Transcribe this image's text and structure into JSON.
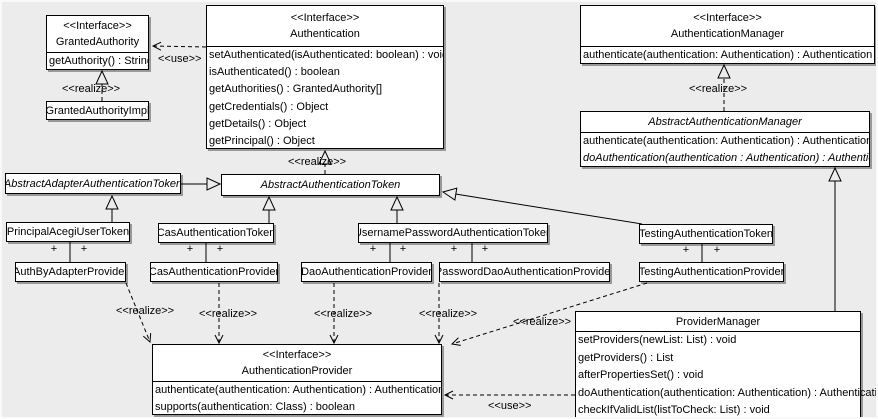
{
  "diagram": {
    "stereotype_interface": "<<Interface>>",
    "label_use": "<<use>>",
    "label_realize": "<<realize>>",
    "plus": "+",
    "colors": {
      "background": "#ececec",
      "box_fill": "#ffffff",
      "line": "#000000",
      "shadow": "#999999"
    }
  },
  "classes": {
    "granted_authority": {
      "name": "GrantedAuthority",
      "methods": [
        "getAuthority() : String"
      ]
    },
    "granted_authority_impl": {
      "name": "GrantedAuthorityImpl"
    },
    "authentication": {
      "name": "Authentication",
      "methods": [
        "setAuthenticated(isAuthenticated: boolean) : void",
        "isAuthenticated() : boolean",
        "getAuthorities() : GrantedAuthority[]",
        "getCredentials() : Object",
        "getDetails() : Object",
        "getPrincipal() : Object"
      ]
    },
    "authentication_manager": {
      "name": "AuthenticationManager",
      "methods": [
        "authenticate(authentication: Authentication) : Authentication"
      ]
    },
    "abstract_authentication_manager": {
      "name": "AbstractAuthenticationManager",
      "methods": [
        "authenticate(authentication: Authentication) : Authentication",
        "doAuthentication(authentication : Authentication) : Authentication"
      ]
    },
    "abstract_adapter_authentication_token": {
      "name": "AbstractAdapterAuthenticationToken"
    },
    "abstract_authentication_token": {
      "name": "AbstractAuthenticationToken"
    },
    "principal_acegi_user_token": {
      "name": "PrincipalAcegiUserToken"
    },
    "cas_authentication_token": {
      "name": "CasAuthenticationToken"
    },
    "username_password_authentication_token": {
      "name": "UsernamePasswordAuthenticationToken"
    },
    "testing_authentication_token": {
      "name": "TestingAuthenticationToken"
    },
    "auth_by_adapter_provider": {
      "name": "AuthByAdapterProvider"
    },
    "cas_authentication_provider": {
      "name": "CasAuthenticationProvider"
    },
    "dao_authentication_provider": {
      "name": "DaoAuthenticationProvider"
    },
    "password_dao_authentication_provider": {
      "name": "PasswordDaoAuthenticationProvider"
    },
    "testing_authentication_provider": {
      "name": "TestingAuthenticationProvider"
    },
    "authentication_provider": {
      "name": "AuthenticationProvider",
      "methods": [
        "authenticate(authentication: Authentication) : Authentication",
        "supports(authentication: Class) : boolean"
      ]
    },
    "provider_manager": {
      "name": "ProviderManager",
      "methods": [
        "setProviders(newList: List) : void",
        "getProviders() : List",
        "afterPropertiesSet() : void",
        "doAuthentication(authentication: Authentication) : Authentication",
        "checkIfValidList(listToCheck: List) : void"
      ]
    }
  }
}
